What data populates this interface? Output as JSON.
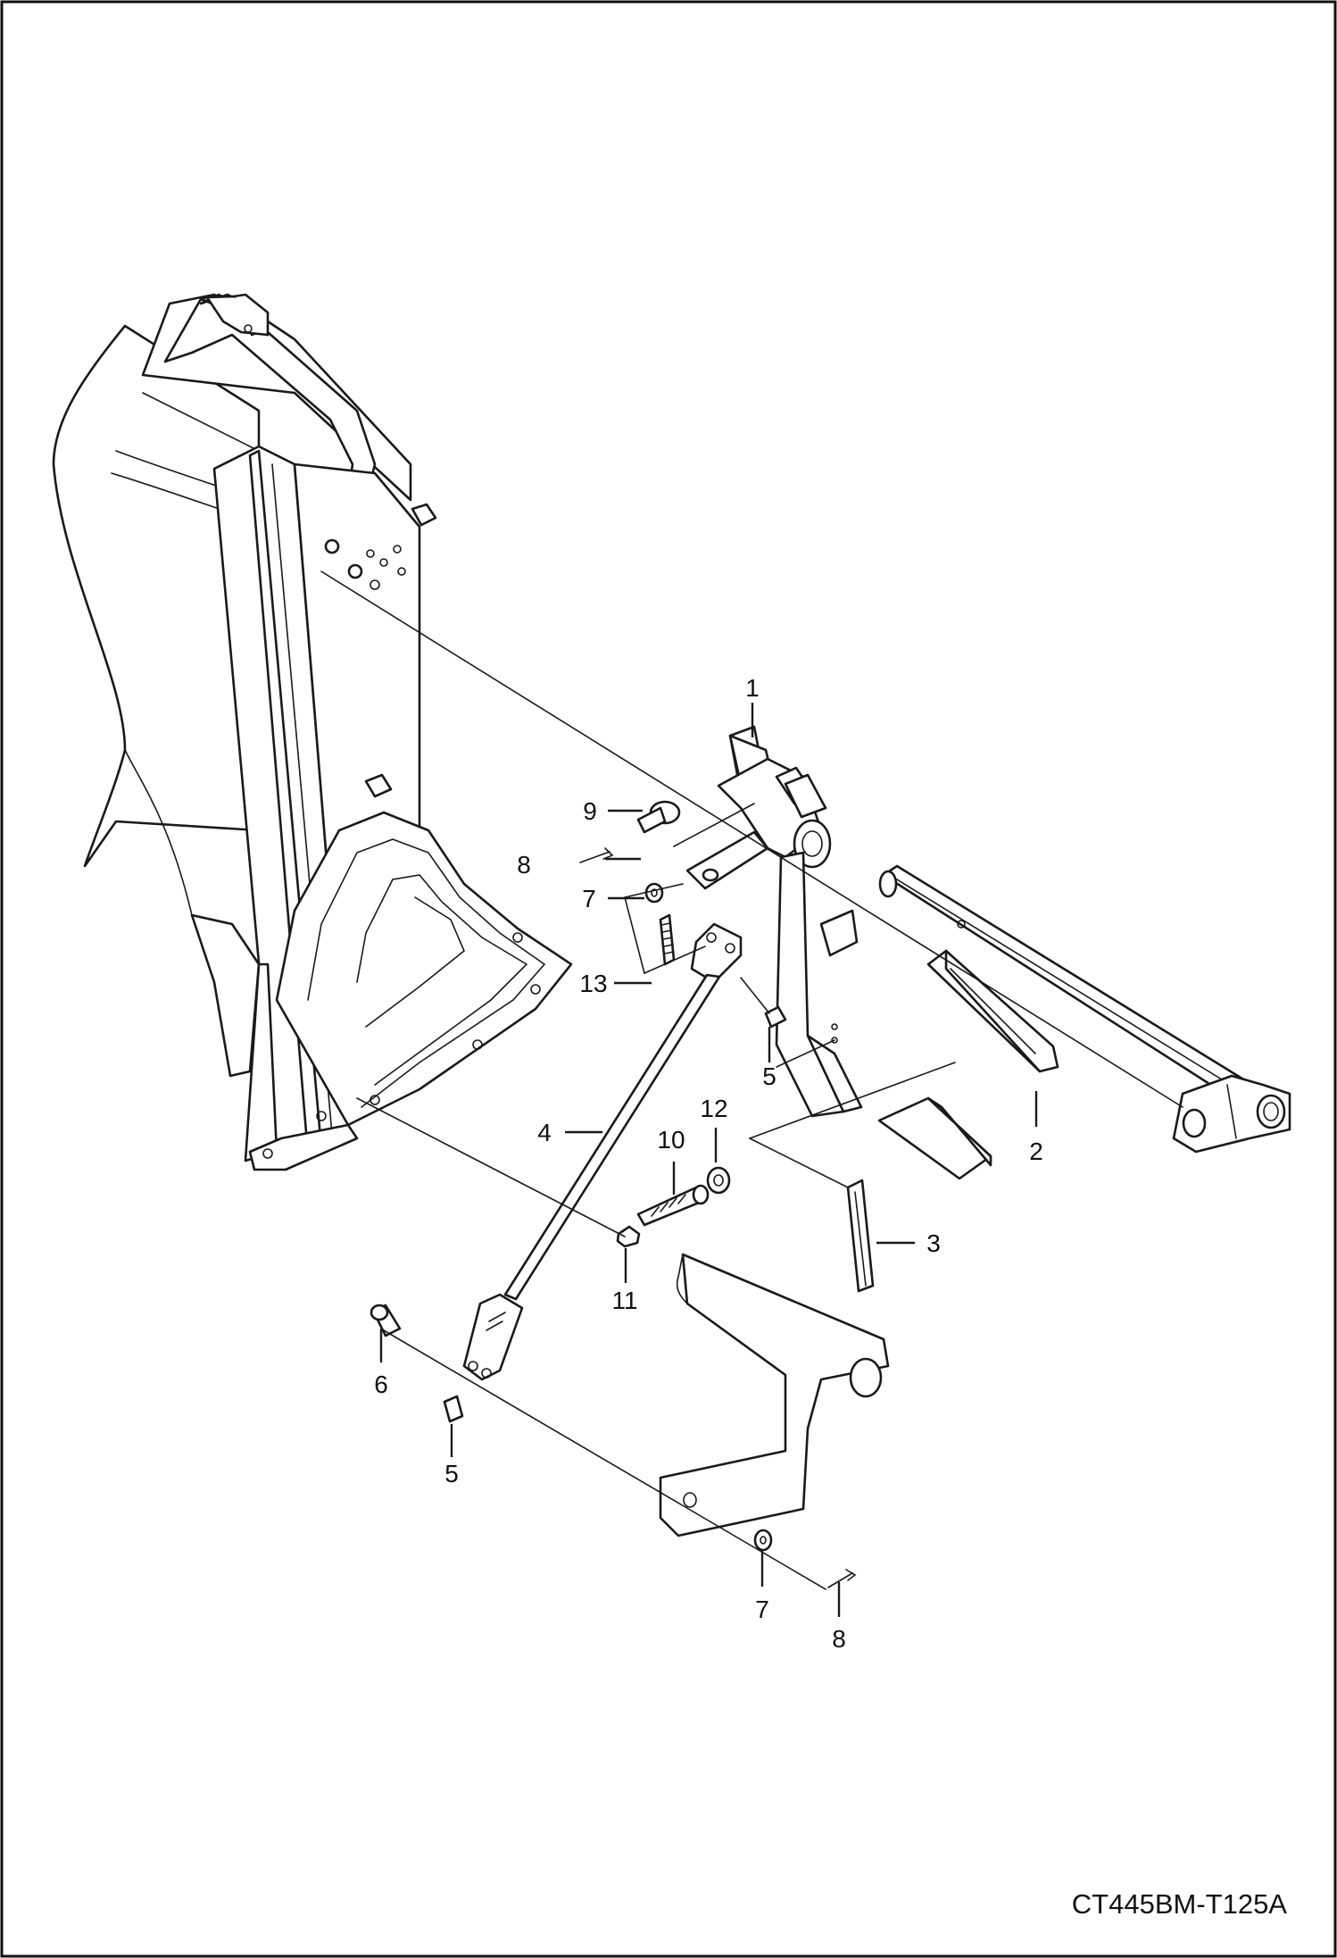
{
  "drawing": {
    "id_label": "CT445BM-T125A",
    "callouts": {
      "c1": "1",
      "c2": "2",
      "c3": "3",
      "c4": "4",
      "c5a": "5",
      "c5b": "5",
      "c6": "6",
      "c7a": "7",
      "c7b": "7",
      "c8a": "8",
      "c8b": "8",
      "c9": "9",
      "c10": "10",
      "c11": "11",
      "c12": "12",
      "c13": "13"
    }
  }
}
